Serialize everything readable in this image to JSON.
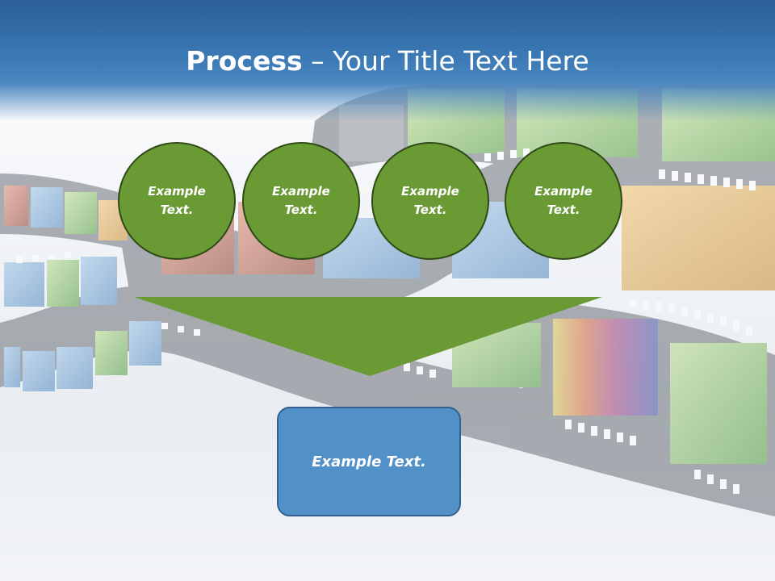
{
  "slide": {
    "title_bold": "Process",
    "title_rest": " – Your Title Text Here",
    "circles": [
      {
        "label": "Example\nText."
      },
      {
        "label": "Example\nText."
      },
      {
        "label": "Example\nText."
      },
      {
        "label": "Example\nText."
      }
    ],
    "result_label": "Example Text."
  },
  "colors": {
    "title_bar": "#3a78b4",
    "circle_fill": "#6a9a34",
    "circle_border": "#2f4a16",
    "funnel": "#6a9a34",
    "result_fill": "#5290c8",
    "result_border": "#34618f"
  }
}
